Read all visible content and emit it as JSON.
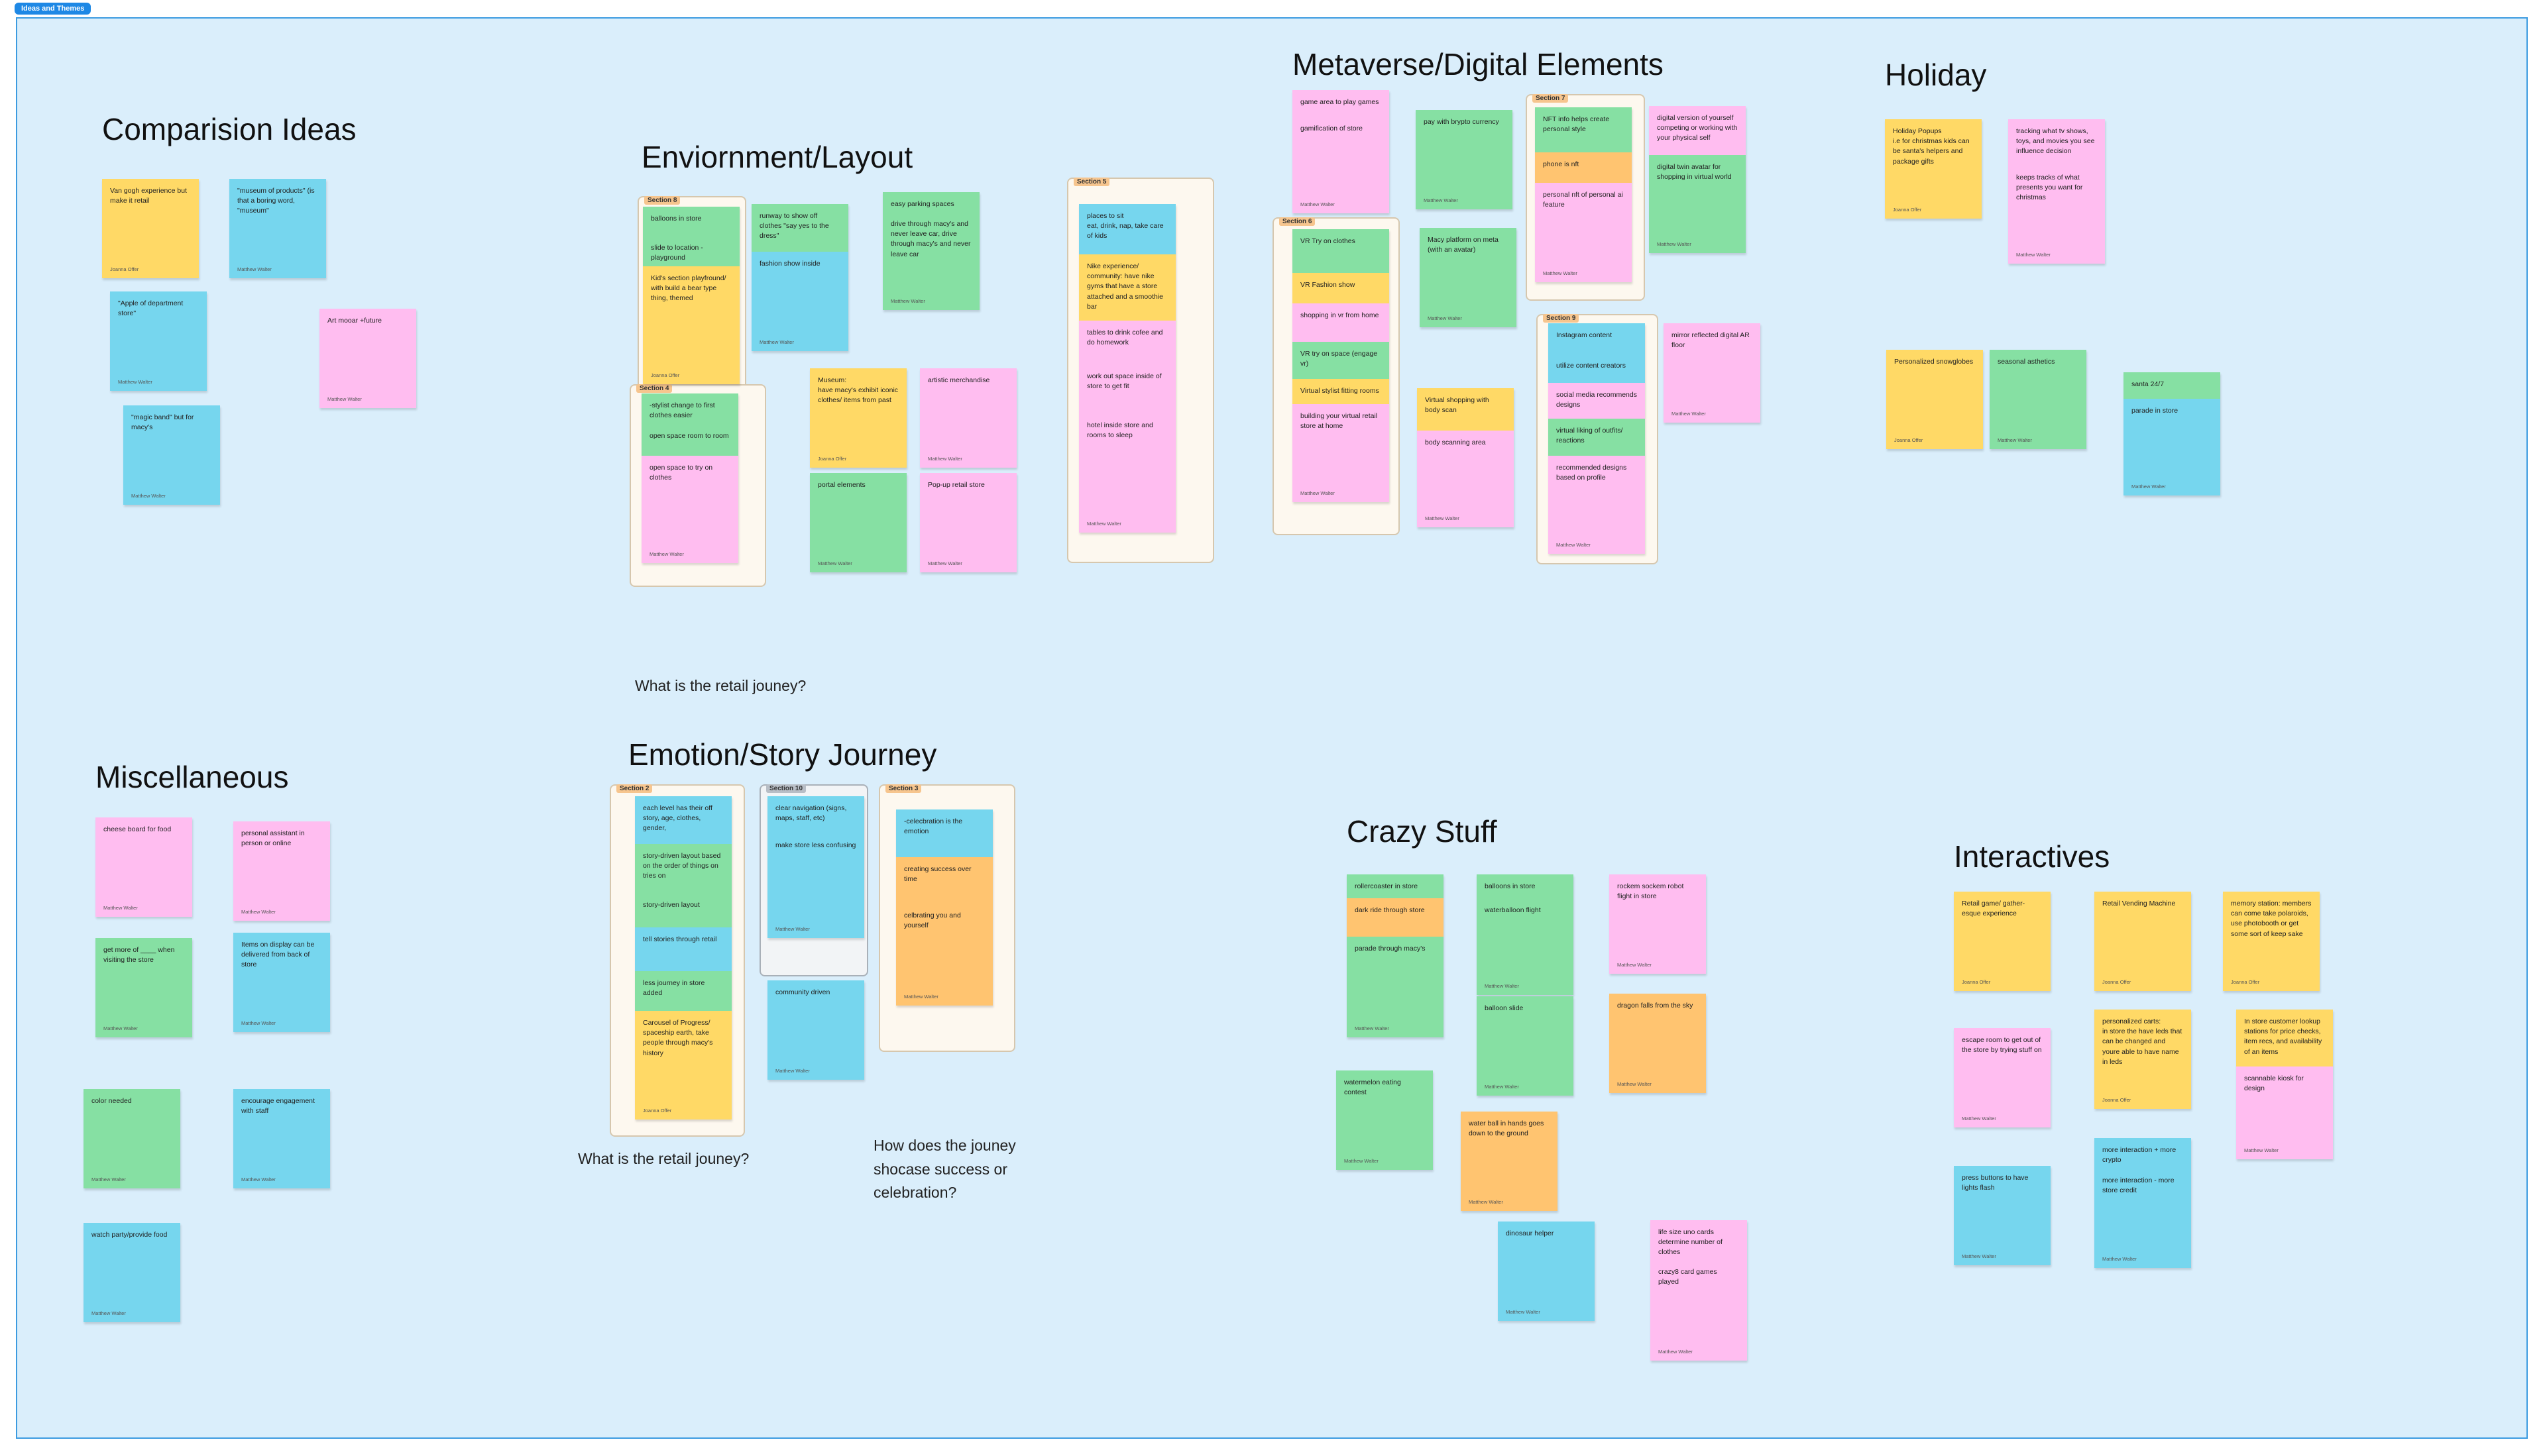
{
  "frame": {
    "name": "Ideas and Themes"
  },
  "colors": {
    "yellow": "#ffd966",
    "blue": "#76d6ee",
    "pink": "#ffbdf0",
    "green": "#86e0a3",
    "orange": "#ffc470"
  },
  "headings": {
    "comparison": "Comparision Ideas",
    "environment": "Enviornment/Layout",
    "metaverse": "Metaverse/Digital Elements",
    "holiday": "Holiday",
    "misc": "Miscellaneous",
    "emotion": "Emotion/Story Journey",
    "crazy": "Crazy Stuff",
    "interactives": "Interactives"
  },
  "questions": {
    "q1": "What is the retail jouney?",
    "q2": "What is the retail jouney?",
    "q3": "How does the jouney\nshocase success or\ncelebration?"
  },
  "sections": {
    "s8": "Section 8",
    "s4": "Section 4",
    "s5": "Section 5",
    "s6": "Section 6",
    "s7": "Section 7",
    "s9": "Section 9",
    "s2": "Section 2",
    "s10": "Section 10",
    "s3": "Section 3"
  },
  "notes": {
    "c1": {
      "segs": [
        {
          "text": "Van gogh experience but make it retail",
          "color": "yellow"
        }
      ],
      "author": "Joanna Offer"
    },
    "c2": {
      "segs": [
        {
          "text": "\"museum of products\" (is that a boring word, \"museum\"",
          "color": "blue"
        }
      ],
      "author": "Matthew Walter"
    },
    "c3": {
      "segs": [
        {
          "text": "\"Apple of department store\"",
          "color": "blue"
        }
      ],
      "author": "Matthew Walter"
    },
    "c4": {
      "segs": [
        {
          "text": "Art mooar +future",
          "color": "pink"
        }
      ],
      "author": "Matthew Walter"
    },
    "c5": {
      "segs": [
        {
          "text": "\"magic band\" but for macy's",
          "color": "blue"
        }
      ],
      "author": "Matthew Walter"
    },
    "e1": {
      "segs": [
        {
          "text": "balloons in store",
          "color": "green",
          "h": 44
        },
        {
          "text": "slide to location -playground",
          "color": "green",
          "h": 46
        },
        {
          "text": "Kid's section playfround/ with build a bear type thing, themed",
          "color": "yellow"
        }
      ],
      "author": "Joanna Offer"
    },
    "e2": {
      "segs": [
        {
          "text": "runway to show off clothes \"say yes to the dress\"",
          "color": "green",
          "h": 72
        },
        {
          "text": "fashion show inside",
          "color": "blue"
        }
      ],
      "author": "Matthew Walter"
    },
    "e3": {
      "segs": [
        {
          "text": "easy parking spaces",
          "color": "green",
          "h": 30
        },
        {
          "text": "drive through macy's and never leave car, drive through macy's and never leave car",
          "color": "green"
        }
      ],
      "author": "Matthew Walter"
    },
    "e4": {
      "segs": [
        {
          "text": "-stylist change to first clothes easier",
          "color": "green",
          "h": 46
        },
        {
          "text": "open space room to room",
          "color": "green",
          "h": 48
        },
        {
          "text": "open space to try on clothes",
          "color": "pink"
        }
      ],
      "author": "Matthew Walter"
    },
    "e5": {
      "segs": [
        {
          "text": "Museum:\nhave macy's exhibit iconic clothes/ items from past",
          "color": "yellow"
        }
      ],
      "author": "Joanna Offer"
    },
    "e6": {
      "segs": [
        {
          "text": "artistic merchandise",
          "color": "pink"
        }
      ],
      "author": "Matthew Walter"
    },
    "e7": {
      "segs": [
        {
          "text": "portal elements",
          "color": "green"
        }
      ],
      "author": "Matthew Walter"
    },
    "e8": {
      "segs": [
        {
          "text": "Pop-up retail store",
          "color": "pink"
        }
      ],
      "author": "Matthew Walter"
    },
    "e9": {
      "segs": [
        {
          "text": "places to sit\neat, drink, nap, take care of kids",
          "color": "blue",
          "h": 76
        },
        {
          "text": "Nike experience/ community: have nike gyms that have a store attached and a smoothie bar",
          "color": "yellow",
          "h": 100
        },
        {
          "text": "tables to drink cofee and do homework",
          "color": "pink",
          "h": 66
        },
        {
          "text": "work out space inside of store to get fit",
          "color": "pink",
          "h": 74
        },
        {
          "text": "hotel inside store and rooms to sleep",
          "color": "pink"
        }
      ],
      "author": "Matthew Walter"
    },
    "m1": {
      "segs": [
        {
          "text": "game area to play games",
          "color": "pink",
          "h": 40
        },
        {
          "text": "gamification of store",
          "color": "pink"
        }
      ],
      "author": "Matthew Walter"
    },
    "m2": {
      "segs": [
        {
          "text": "pay with brypto currency",
          "color": "green"
        }
      ],
      "author": "Matthew Walter"
    },
    "m3": {
      "segs": [
        {
          "text": "NFT info helps create personal style",
          "color": "green",
          "h": 68
        },
        {
          "text": "phone is nft",
          "color": "orange",
          "h": 46
        },
        {
          "text": "personal nft of personal ai feature",
          "color": "pink"
        }
      ],
      "author": "Matthew Walter"
    },
    "m4": {
      "segs": [
        {
          "text": "digital version of yourself competing or working with your physical self",
          "color": "pink",
          "h": 74
        },
        {
          "text": "digital twin avatar for shopping in virtual world",
          "color": "green"
        }
      ],
      "author": "Matthew Walter"
    },
    "m5": {
      "segs": [
        {
          "text": "VR Try on clothes",
          "color": "green",
          "h": 66
        },
        {
          "text": "VR Fashion show",
          "color": "yellow",
          "h": 46
        },
        {
          "text": "shopping in vr from home",
          "color": "pink",
          "h": 58
        },
        {
          "text": "VR try on space (engage vr)",
          "color": "green",
          "h": 56
        },
        {
          "text": "Virtual stylist fitting rooms",
          "color": "yellow",
          "h": 38
        },
        {
          "text": "building your virtual retail store at home",
          "color": "pink"
        }
      ],
      "author": "Matthew Walter"
    },
    "m6": {
      "segs": [
        {
          "text": "Macy platform on meta (with an avatar)",
          "color": "green"
        }
      ],
      "author": "Matthew Walter"
    },
    "m7": {
      "segs": [
        {
          "text": "Instagram content",
          "color": "blue",
          "h": 46
        },
        {
          "text": "utilize content creators",
          "color": "blue",
          "h": 44
        },
        {
          "text": "social media recommends designs",
          "color": "pink",
          "h": 54
        },
        {
          "text": "virtual liking of outfits/ reactions",
          "color": "green",
          "h": 56
        },
        {
          "text": "recommended designs based on profile",
          "color": "pink"
        }
      ],
      "author": "Matthew Walter"
    },
    "m8": {
      "segs": [
        {
          "text": "Virtual shopping with body scan",
          "color": "yellow",
          "h": 64
        },
        {
          "text": "body scanning area",
          "color": "pink"
        }
      ],
      "author": "Matthew Walter"
    },
    "m9": {
      "segs": [
        {
          "text": "mirror reflected digital AR floor",
          "color": "pink"
        }
      ],
      "author": "Matthew Walter"
    },
    "h1": {
      "segs": [
        {
          "text": "Holiday Popups\ni.e for christmas kids can be santa's helpers and package gifts",
          "color": "yellow"
        }
      ],
      "author": "Joanna Offer"
    },
    "h2": {
      "segs": [
        {
          "text": "tracking what tv shows, toys, and movies you see influence decision",
          "color": "pink",
          "h": 70
        },
        {
          "text": "keeps tracks of what presents you want for christmas",
          "color": "pink"
        }
      ],
      "author": "Matthew Walter"
    },
    "h3": {
      "segs": [
        {
          "text": "Personalized snowglobes",
          "color": "yellow"
        }
      ],
      "author": "Joanna Offer"
    },
    "h4": {
      "segs": [
        {
          "text": "seasonal asthetics",
          "color": "green"
        }
      ],
      "author": "Matthew Walter"
    },
    "h5": {
      "segs": [
        {
          "text": "santa 24/7",
          "color": "green",
          "h": 40
        },
        {
          "text": "parade in store",
          "color": "blue"
        }
      ],
      "author": "Matthew Walter"
    },
    "x1": {
      "segs": [
        {
          "text": "cheese board for food",
          "color": "pink"
        }
      ],
      "author": "Matthew Walter"
    },
    "x2": {
      "segs": [
        {
          "text": "personal assistant in person or online",
          "color": "pink"
        }
      ],
      "author": "Matthew Walter"
    },
    "x3": {
      "segs": [
        {
          "text": "get more of ____ when visiting the store",
          "color": "green"
        }
      ],
      "author": "Matthew Walter"
    },
    "x4": {
      "segs": [
        {
          "text": "Items on display can be delivered from back of store",
          "color": "blue"
        }
      ],
      "author": "Matthew Walter"
    },
    "x5": {
      "segs": [
        {
          "text": "color needed",
          "color": "green"
        }
      ],
      "author": "Matthew Walter"
    },
    "x6": {
      "segs": [
        {
          "text": "encourage engagement with staff",
          "color": "blue"
        }
      ],
      "author": "Matthew Walter"
    },
    "x7": {
      "segs": [
        {
          "text": "watch party/provide food",
          "color": "blue"
        }
      ],
      "author": "Matthew Walter"
    },
    "j1": {
      "segs": [
        {
          "text": "each level has their off story, age, clothes, gender,",
          "color": "blue",
          "h": 72
        },
        {
          "text": "story-driven layout based on the order of things on tries on",
          "color": "green",
          "h": 74
        },
        {
          "text": "story-driven layout",
          "color": "green",
          "h": 52
        },
        {
          "text": "tell stories through retail",
          "color": "blue",
          "h": 66
        },
        {
          "text": "less journey in store added",
          "color": "green",
          "h": 60
        },
        {
          "text": "Carousel of Progress/ spaceship earth, take people through macy's history",
          "color": "yellow"
        }
      ],
      "author": "Joanna Offer"
    },
    "j2": {
      "segs": [
        {
          "text": "clear navigation (signs, maps, staff, etc)",
          "color": "blue",
          "h": 56
        },
        {
          "text": "make store less confusing",
          "color": "blue"
        }
      ],
      "author": "Matthew Walter"
    },
    "j3": {
      "segs": [
        {
          "text": "community driven",
          "color": "blue"
        }
      ],
      "author": "Matthew Walter"
    },
    "j4": {
      "segs": [
        {
          "text": "-celecbration is the emotion",
          "color": "blue",
          "h": 72
        },
        {
          "text": "creating success over time",
          "color": "orange",
          "h": 70
        },
        {
          "text": "celbrating you and yourself",
          "color": "orange"
        }
      ],
      "author": "Matthew Walter"
    },
    "z1": {
      "segs": [
        {
          "text": "rollercoaster in store",
          "color": "green",
          "h": 36
        },
        {
          "text": "dark ride through store",
          "color": "orange",
          "h": 58
        },
        {
          "text": "parade through macy's",
          "color": "green"
        }
      ],
      "author": "Matthew Walter"
    },
    "z2": {
      "segs": [
        {
          "text": "balloons in store",
          "color": "green",
          "h": 36
        },
        {
          "text": "waterballoon flight",
          "color": "green"
        }
      ],
      "author": "Matthew Walter"
    },
    "z3": {
      "segs": [
        {
          "text": "balloon slide",
          "color": "green"
        }
      ],
      "author": "Matthew Walter"
    },
    "z4": {
      "segs": [
        {
          "text": "rockem sockem robot flight in store",
          "color": "pink"
        }
      ],
      "author": "Matthew Walter"
    },
    "z5": {
      "segs": [
        {
          "text": "dragon falls from the sky",
          "color": "orange"
        }
      ],
      "author": "Matthew Walter"
    },
    "z6": {
      "segs": [
        {
          "text": "watermelon eating contest",
          "color": "green"
        }
      ],
      "author": "Matthew Walter"
    },
    "z7": {
      "segs": [
        {
          "text": "water ball in hands goes down to the ground",
          "color": "orange"
        }
      ],
      "author": "Matthew Walter"
    },
    "z8": {
      "segs": [
        {
          "text": "dinosaur helper",
          "color": "blue"
        }
      ],
      "author": "Matthew Walter"
    },
    "z9": {
      "segs": [
        {
          "text": "life size uno cards determine number of clothes",
          "color": "pink",
          "h": 60
        },
        {
          "text": "crazy8 card games played",
          "color": "pink"
        }
      ],
      "author": "Matthew Walter"
    },
    "i1": {
      "segs": [
        {
          "text": "Retail game/ gather-esque experience",
          "color": "yellow"
        }
      ],
      "author": "Joanna Offer"
    },
    "i2": {
      "segs": [
        {
          "text": "Retail Vending Machine",
          "color": "yellow"
        }
      ],
      "author": "Joanna Offer"
    },
    "i3": {
      "segs": [
        {
          "text": "memory station: members can come take polaroids, use photobooth or get some sort of keep sake",
          "color": "yellow"
        }
      ],
      "author": "Joanna Offer"
    },
    "i4": {
      "segs": [
        {
          "text": "escape room to get out of the store by trying stuff on",
          "color": "pink"
        }
      ],
      "author": "Matthew Walter"
    },
    "i5": {
      "segs": [
        {
          "text": "personalized carts:\nin store the have leds that can be changed and youre able to have name in leds",
          "color": "yellow"
        }
      ],
      "author": "Joanna Offer"
    },
    "i6": {
      "segs": [
        {
          "text": "In store customer lookup stations for price checks, item recs, and availability of an items",
          "color": "yellow",
          "h": 86
        },
        {
          "text": "scannable kiosk for design",
          "color": "pink"
        }
      ],
      "author": "Matthew Walter"
    },
    "i7": {
      "segs": [
        {
          "text": "press buttons to have lights flash",
          "color": "blue"
        }
      ],
      "author": "Matthew Walter"
    },
    "i8": {
      "segs": [
        {
          "text": "more interaction + more crypto",
          "color": "blue",
          "h": 46
        },
        {
          "text": "more interaction - more store credit",
          "color": "blue"
        }
      ],
      "author": "Matthew Walter"
    }
  }
}
